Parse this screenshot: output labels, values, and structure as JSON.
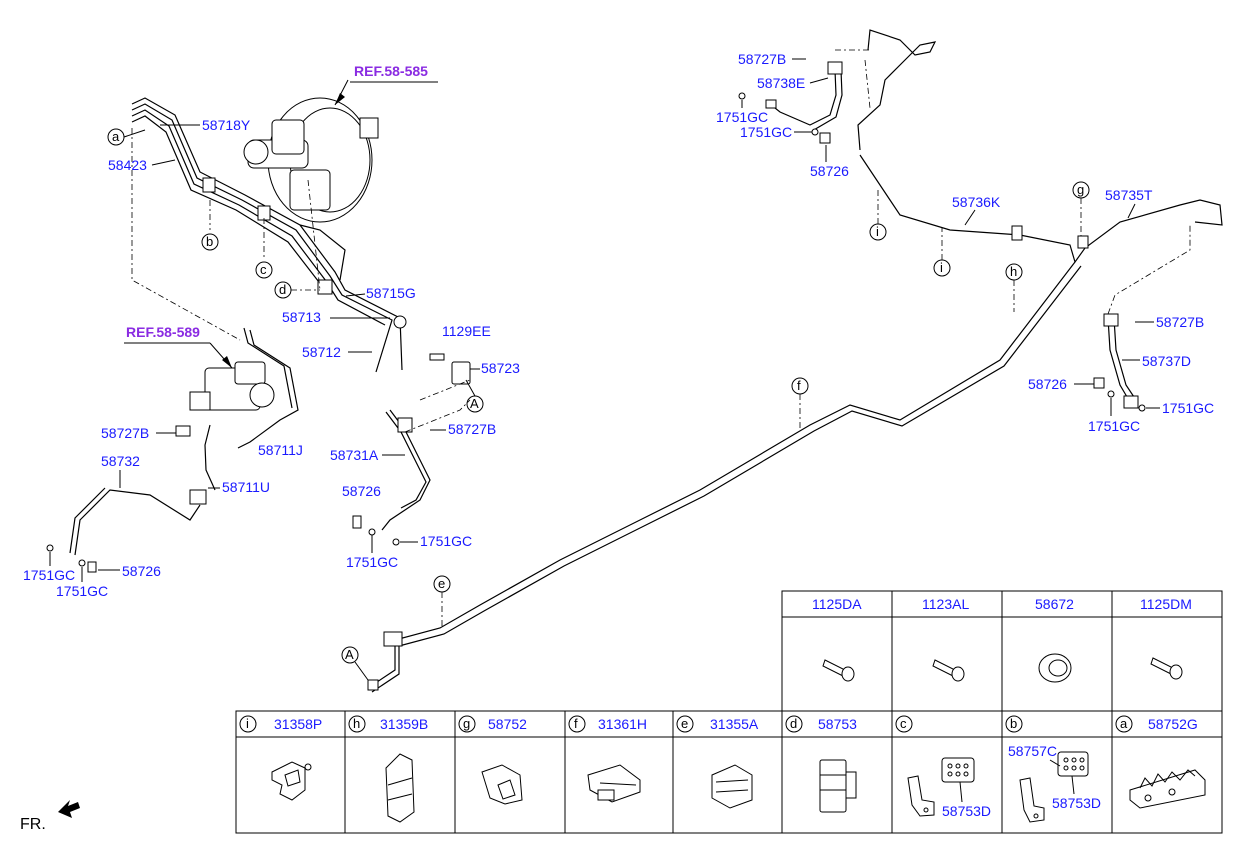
{
  "diagram": {
    "refs": [
      "REF.58-585",
      "REF.58-589"
    ],
    "labels": {
      "l58718Y": "58718Y",
      "l58423": "58423",
      "l58715G": "58715G",
      "l58713": "58713",
      "l1129EE": "1129EE",
      "l58712": "58712",
      "l58723": "58723",
      "l58727B_1": "58727B",
      "l58731A": "58731A",
      "l58726_1": "58726",
      "l1751GC_1": "1751GC",
      "l1751GC_2": "1751GC",
      "l58727B_2": "58727B",
      "l58711J": "58711J",
      "l58732": "58732",
      "l58711U": "58711U",
      "l1751GC_3": "1751GC",
      "l58726_2": "58726",
      "l1751GC_4": "1751GC",
      "l58727B_3": "58727B",
      "l58738E": "58738E",
      "l1751GC_5": "1751GC",
      "l1751GC_6": "1751GC",
      "l58726_3": "58726",
      "l58736K": "58736K",
      "l58735T": "58735T",
      "l58727B_4": "58727B",
      "l58737D": "58737D",
      "l58726_4": "58726",
      "l1751GC_7": "1751GC",
      "l1751GC_8": "1751GC"
    },
    "callouts": {
      "a": "a",
      "b": "b",
      "c": "c",
      "d": "d",
      "e": "e",
      "f": "f",
      "g": "g",
      "h": "h",
      "i1": "i",
      "i2": "i",
      "A1": "A",
      "A2": "A"
    },
    "fr_label": "FR."
  },
  "parts_table_top": [
    {
      "code": "1125DA"
    },
    {
      "code": "1123AL"
    },
    {
      "code": "58672"
    },
    {
      "code": "1125DM"
    }
  ],
  "parts_table_bottom": [
    {
      "key": "i",
      "code": "31358P"
    },
    {
      "key": "h",
      "code": "31359B"
    },
    {
      "key": "g",
      "code": "58752"
    },
    {
      "key": "f",
      "code": "31361H"
    },
    {
      "key": "e",
      "code": "31355A"
    },
    {
      "key": "d",
      "code": "58753"
    },
    {
      "key": "c",
      "code": ""
    },
    {
      "key": "b",
      "code": ""
    },
    {
      "key": "a",
      "code": "58752G"
    }
  ],
  "cell_labels": {
    "c_58753D": "58753D",
    "b_58757C": "58757C",
    "b_58753D": "58753D"
  }
}
